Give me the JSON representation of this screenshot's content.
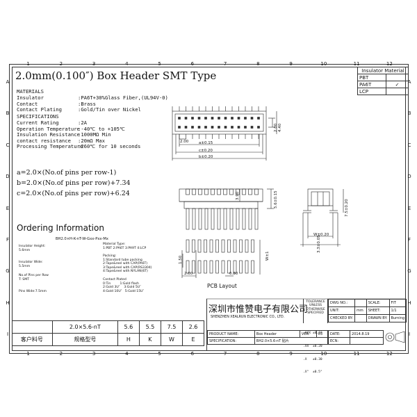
{
  "title": "2.0mm(0.100″) Box Header SMT Type",
  "grid": {
    "columns": [
      "1",
      "2",
      "3",
      "4",
      "5",
      "6",
      "7",
      "8",
      "9",
      "10",
      "11",
      "12"
    ],
    "rows": [
      "A",
      "B",
      "C",
      "D",
      "E",
      "F",
      "G",
      "H",
      "I"
    ]
  },
  "materials": {
    "heading": "MATERIALS",
    "items": [
      {
        "label": "Insulator",
        "value": ":PA6T+30%Glass Fiber,(UL94V-0)"
      },
      {
        "label": "Contact",
        "value": ":Brass"
      },
      {
        "label": "Contact Plating",
        "value": ":Gold/Tin over Nickel"
      }
    ]
  },
  "specifications": {
    "heading": "SPECIFICATIONS",
    "items": [
      {
        "label": "Current Rating",
        "value": ":2A"
      },
      {
        "label": "Operation Temperature",
        "value": ":-40℃ to +105℃"
      },
      {
        "label": "Insulation Resistance",
        "value": ":1000MΩ Min"
      },
      {
        "label": "contact resistance",
        "value": ":20mΩ Max"
      },
      {
        "label": "Processing Temperature",
        "value": ":260℃ for 10 seconds"
      }
    ]
  },
  "formulas": [
    "a=2.0×(No.of pins per row-1)",
    "b=2.0×(No.of pins per row)+7.34",
    "c=2.0×(No.of pins per row)+6.24"
  ],
  "ordering": {
    "heading": "Ordering Information",
    "code": "BH2.0×H-K-nT-W-Gxx-Pxx-Mx",
    "left_notes": [
      "Insulator Height:\n5.6mm",
      "Insulator Wide:\n5.5mm",
      "No.of Pins per Row\nT: SMT",
      "Pins Wide:7.5mm"
    ],
    "right_notes": [
      "Material Type:\n1:PBT 2:PA6T 3:PA9T 4:LCP",
      "Packing:\n1:Standard tube packing\n2:Tape&reel with CAP(PA6T)\n3:Tape&reel with CAP(RS3304)\n4:Tape&reel with NYLAN(6T)",
      "Contact Plated\n0:Tin         1:Gold flash\n2:Gold 3U″    3:Gold 5U″\n4:Gold 10U″   5:Gold 15U″"
    ]
  },
  "insulator_material": {
    "header": "Insulator Material",
    "options": [
      {
        "name": "PBT",
        "checked": false
      },
      {
        "name": "PA6T",
        "checked": true
      },
      {
        "name": "LCP",
        "checked": false
      }
    ]
  },
  "dimensions": {
    "top_a": "a±0.15",
    "top_c": "c±0.20",
    "top_b": "b±0.20",
    "pitch": "2.00",
    "side_h1": "2.00",
    "side_h2": "4.40",
    "front_h": "3.90",
    "front_h2": "5.6±0.15",
    "side_w": "W±0.20",
    "side_h3": "7.5±0.20",
    "pcb_w": "W±1",
    "pcb_pad_h": "1.50",
    "pcb_pitch": "2.00",
    "pcb_pad_w": "0.80",
    "pcb_label": "PCB Layout"
  },
  "part_table": {
    "model": "2.0×5.6-nT",
    "values": [
      "5.6",
      "5.5",
      "7.5",
      "2.6"
    ],
    "left_label": "客户料号",
    "model_label": "规格型号",
    "value_labels": [
      "H",
      "K",
      "W",
      "E"
    ]
  },
  "title_block": {
    "company_cn": "深圳市惟赞电子有限公司",
    "company_en": "SHENZHEN XEALRUN ELECTRONIC CO., LTD.",
    "tolerance_title": "TOLERANCE\nUNLESS\nOTHERWISE\nSPECIFIED",
    "tolerances": [
      ".XXX ±0.10",
      ".XX  ±0.20",
      ".X   ±0.30",
      ".X°  ±0.5°"
    ],
    "dwg_label": "DWG NO.:",
    "scale_label": "SCALE:",
    "scale_value": "FIT",
    "unit_label": "UNIT:",
    "unit_value": "mm",
    "sheet_label": "SHEET:",
    "sheet_value": "1/1",
    "checked_label": "CHECKED BY:",
    "drawn_label": "DRAWN BY:",
    "drawn_value": "Burning",
    "product_label": "PRODUCT NAME:",
    "product_value": "Box Header",
    "ver_label": "VER:",
    "ver_value": "03",
    "date_label": "DATE:",
    "date_value": "2014.8.19",
    "spec_label": "SPECIFICATION:",
    "spec_value": "BH2.0×5.6-nT 贴片",
    "ecn_label": "ECN:"
  }
}
